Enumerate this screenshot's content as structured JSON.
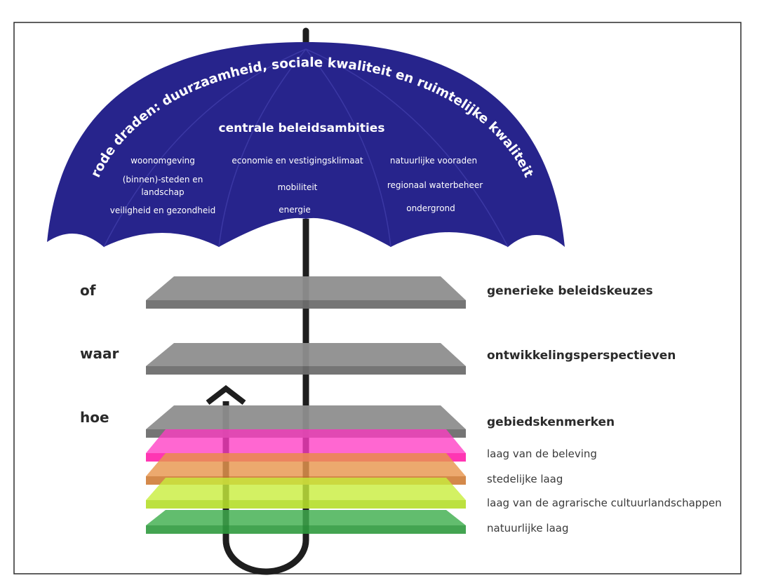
{
  "umbrella": {
    "arc_text": "rode draden: duurzaamheid, sociale kwaliteit en ruimtelijke kwaliteit",
    "heading": "centrale beleidsambities",
    "ambitions": {
      "woonomgeving": "woonomgeving",
      "economie": "economie en vestigingsklimaat",
      "natuurlijk": "natuurlijke vooraden",
      "steden_1": "(binnen)-steden en",
      "steden_2": "landschap",
      "mobiliteit": "mobiliteit",
      "water": "regionaal waterbeheer",
      "veiligheid": "veiligheid en gezondheid",
      "energie": "energie",
      "ondergrond": "ondergrond"
    },
    "colors": {
      "canopy": "#27248c",
      "handle": "#1e1e1e"
    }
  },
  "left_labels": {
    "of": "of",
    "waar": "waar",
    "hoe": "hoe"
  },
  "right_labels": {
    "generiek": "generieke beleidskeuzes",
    "ontwikkeling": "ontwikkelingsperspectieven",
    "gebied": "gebiedskenmerken",
    "beleving": "laag van de beleving",
    "stedelijk": "stedelijke laag",
    "agrarisch": "laag van de agrarische cultuurlandschappen",
    "natuurlijk": "natuurlijke laag"
  },
  "layer_colors": {
    "gray": "#8e8e8e",
    "beleving": "#ff3cc4",
    "stedelijk": "#e8964e",
    "agrarisch": "#c8ee3c",
    "natuurlijk": "#3fae4e"
  }
}
